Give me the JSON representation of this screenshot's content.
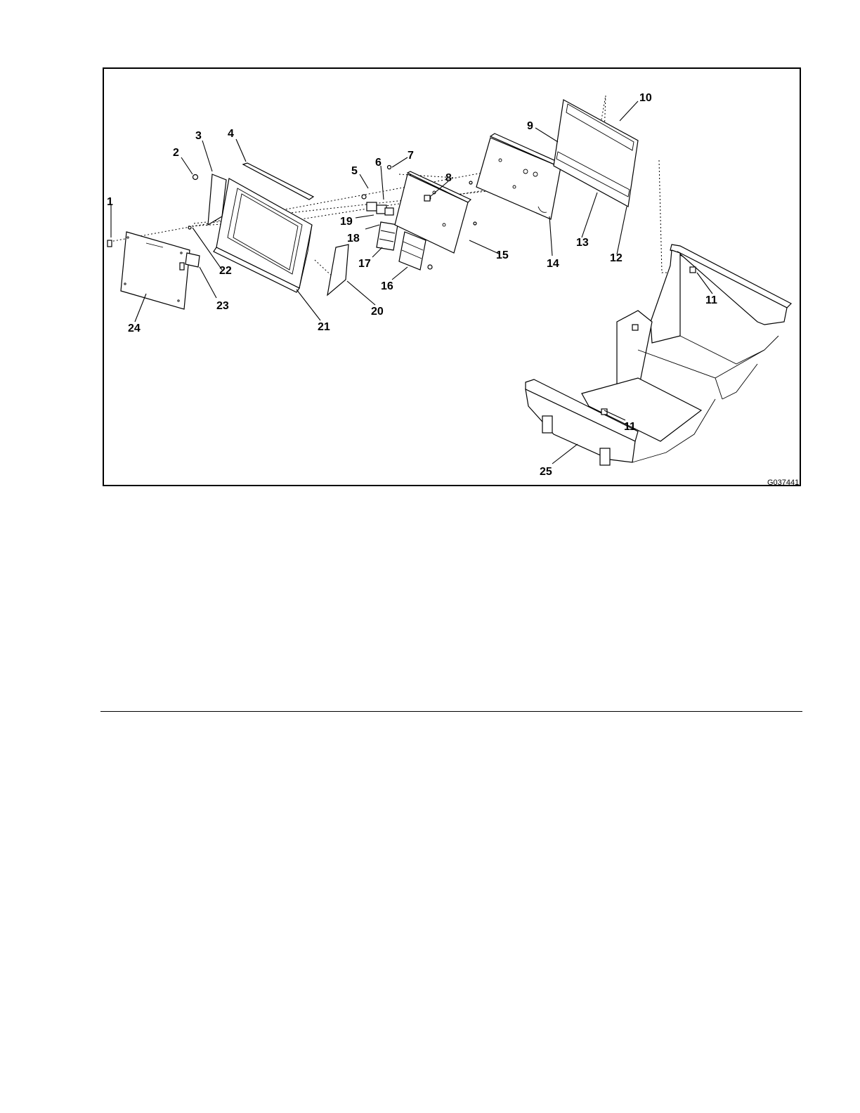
{
  "figure": {
    "figure_id": "G037441",
    "callouts": [
      "1",
      "2",
      "3",
      "4",
      "5",
      "6",
      "7",
      "8",
      "9",
      "10",
      "11",
      "11",
      "12",
      "13",
      "14",
      "15",
      "16",
      "17",
      "18",
      "19",
      "20",
      "21",
      "22",
      "23",
      "24",
      "25"
    ],
    "colors": {
      "line": "#000000",
      "background": "#ffffff"
    }
  }
}
